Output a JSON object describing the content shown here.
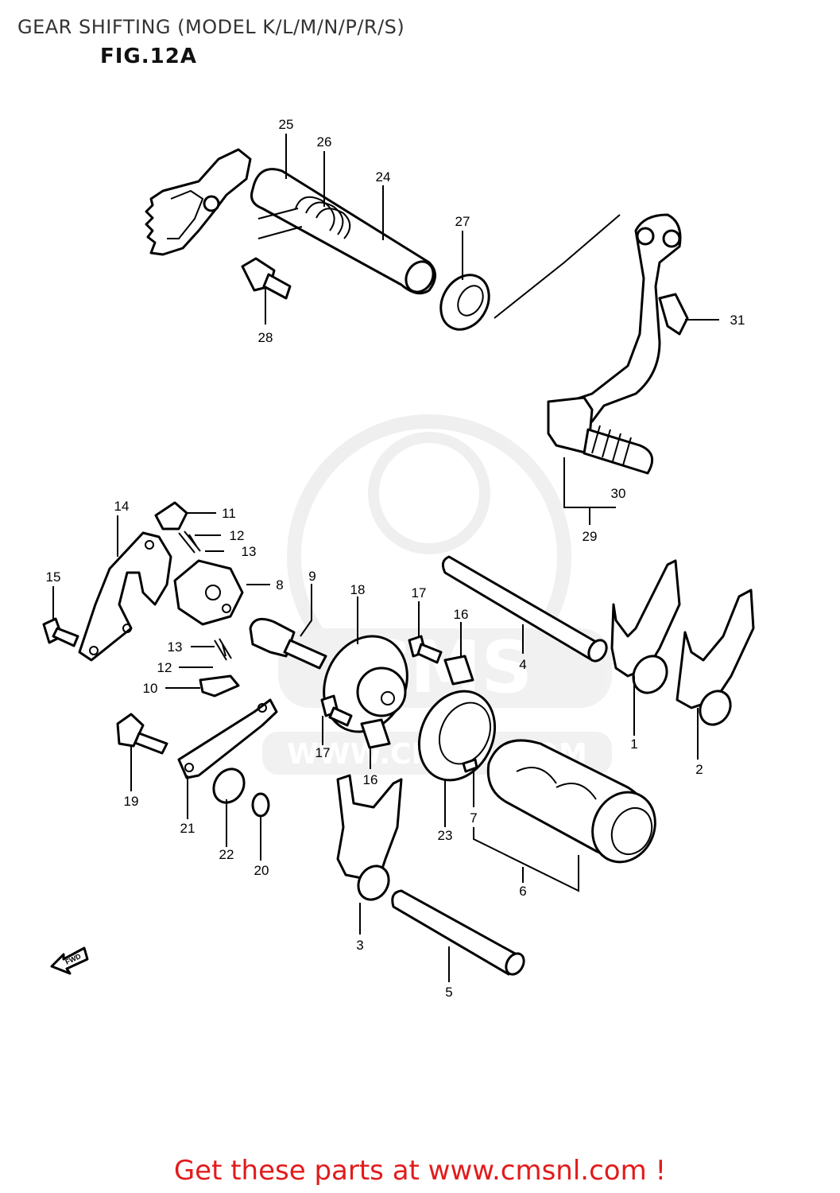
{
  "header": {
    "title": "GEAR SHIFTING (MODEL K/L/M/N/P/R/S)",
    "figure": "FIG.12A"
  },
  "watermark": {
    "text": "WWW.CMSNL.COM",
    "brand": "CMS"
  },
  "fwd_label": "FWD",
  "callouts": [
    {
      "id": "c1",
      "label": "1"
    },
    {
      "id": "c2",
      "label": "2"
    },
    {
      "id": "c3",
      "label": "3"
    },
    {
      "id": "c4",
      "label": "4"
    },
    {
      "id": "c5",
      "label": "5"
    },
    {
      "id": "c6",
      "label": "6"
    },
    {
      "id": "c7",
      "label": "7"
    },
    {
      "id": "c8",
      "label": "8"
    },
    {
      "id": "c9",
      "label": "9"
    },
    {
      "id": "c10",
      "label": "10"
    },
    {
      "id": "c11",
      "label": "11"
    },
    {
      "id": "c12a",
      "label": "12"
    },
    {
      "id": "c12b",
      "label": "12"
    },
    {
      "id": "c13a",
      "label": "13"
    },
    {
      "id": "c13b",
      "label": "13"
    },
    {
      "id": "c14",
      "label": "14"
    },
    {
      "id": "c15",
      "label": "15"
    },
    {
      "id": "c16a",
      "label": "16"
    },
    {
      "id": "c16b",
      "label": "16"
    },
    {
      "id": "c17a",
      "label": "17"
    },
    {
      "id": "c17b",
      "label": "17"
    },
    {
      "id": "c18",
      "label": "18"
    },
    {
      "id": "c19",
      "label": "19"
    },
    {
      "id": "c20",
      "label": "20"
    },
    {
      "id": "c21",
      "label": "21"
    },
    {
      "id": "c22",
      "label": "22"
    },
    {
      "id": "c23",
      "label": "23"
    },
    {
      "id": "c24",
      "label": "24"
    },
    {
      "id": "c25",
      "label": "25"
    },
    {
      "id": "c26",
      "label": "26"
    },
    {
      "id": "c27",
      "label": "27"
    },
    {
      "id": "c28",
      "label": "28"
    },
    {
      "id": "c29",
      "label": "29"
    },
    {
      "id": "c30",
      "label": "30"
    },
    {
      "id": "c31",
      "label": "31"
    }
  ],
  "footer": {
    "link_text": "Get these parts at www.cmsnl.com !",
    "color": "#e21b1b"
  }
}
